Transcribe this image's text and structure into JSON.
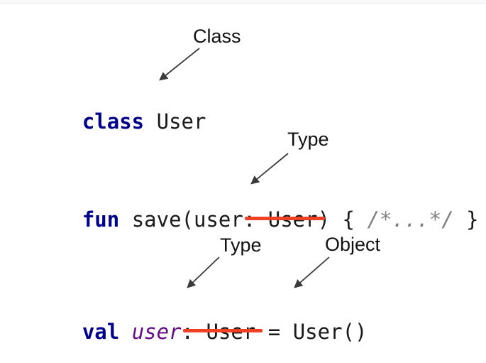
{
  "labels": {
    "class_label": "Class",
    "type_param_label": "Type",
    "type_val_label": "Type",
    "object_label": "Object"
  },
  "code": {
    "line1": {
      "keyword": "class",
      "rest": " User"
    },
    "line2": {
      "keyword": "fun",
      "pre": " save(user",
      "struck": ": User",
      "mid": ") { ",
      "comment": "/*...*/",
      "post": " }"
    },
    "line3": {
      "keyword": "val",
      "space": " ",
      "variable": "user",
      "struck": ": User",
      "post": " = User()"
    }
  },
  "colors": {
    "keyword": "#00008b",
    "variable": "#670d86",
    "comment": "#808080",
    "strike": "#ee4126",
    "code_text": "#1a1a1a",
    "label_text": "#111111",
    "arrow": "#3a3a3a",
    "top_band": "#f8f8f8"
  }
}
